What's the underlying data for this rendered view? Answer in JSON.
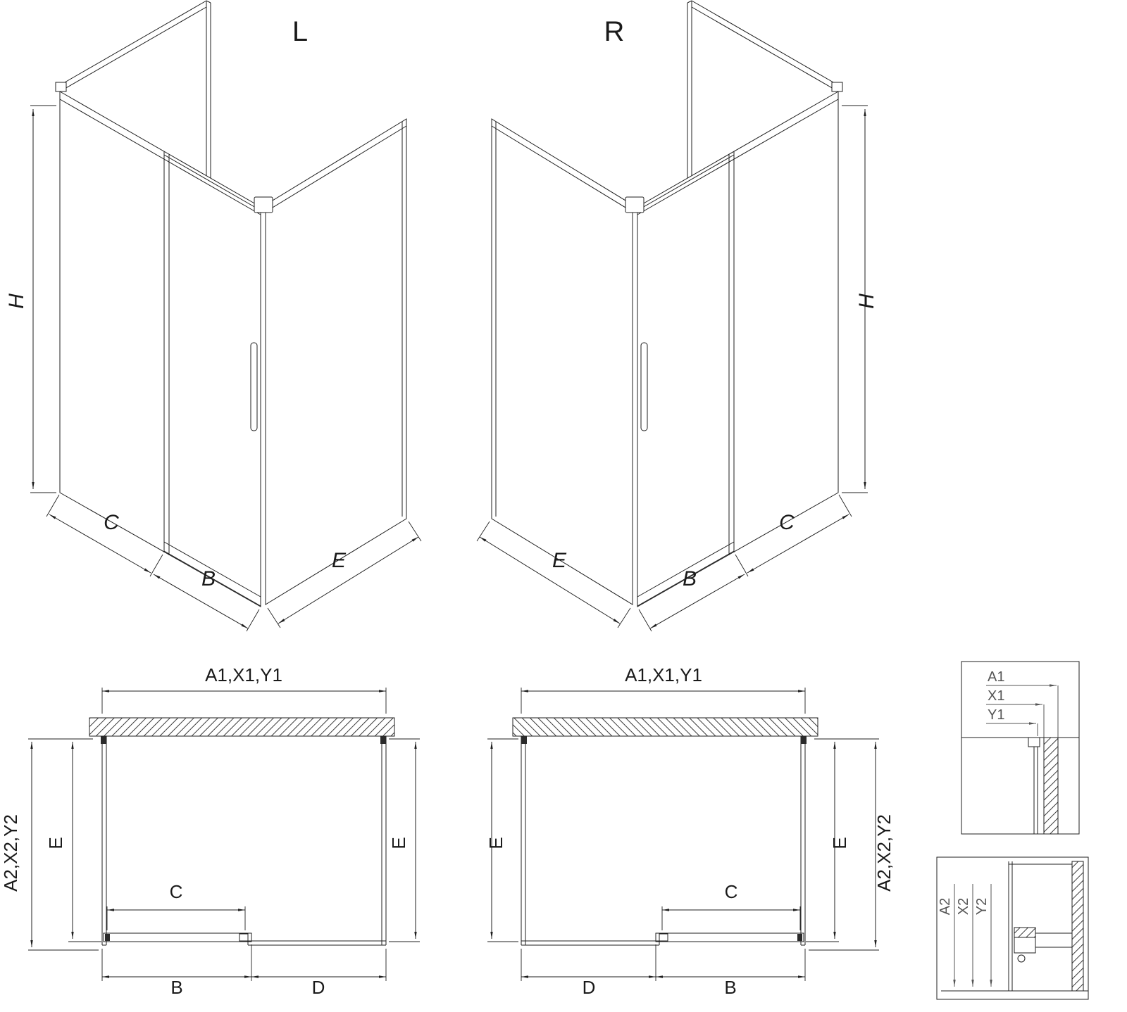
{
  "iso_left": {
    "variant": "L",
    "h": "H",
    "c": "C",
    "b": "B",
    "e": "E"
  },
  "iso_right": {
    "variant": "R",
    "h": "H",
    "c": "C",
    "b": "B",
    "e": "E"
  },
  "plan_left": {
    "top": "A1,X1,Y1",
    "depth": "A2,X2,Y2",
    "e_left": "E",
    "e_right": "E",
    "c": "C",
    "b": "B",
    "d": "D"
  },
  "plan_right": {
    "top": "A1,X1,Y1",
    "depth": "A2,X2,Y2",
    "e_left": "E",
    "e_right": "E",
    "c": "C",
    "b": "B",
    "d": "D"
  },
  "detail_top": {
    "a": "A1",
    "x": "X1",
    "y": "Y1"
  },
  "detail_bottom": {
    "a": "A2",
    "x": "X2",
    "y": "Y2"
  },
  "colors": {
    "line": "#1f1f1f",
    "detail_line": "#555555",
    "background": "#ffffff"
  }
}
